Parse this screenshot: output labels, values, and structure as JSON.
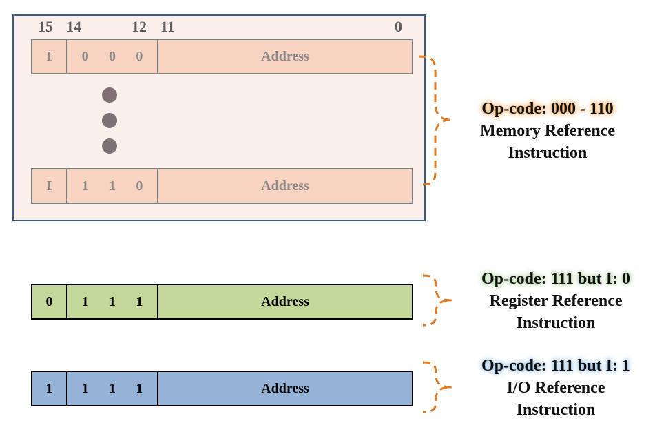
{
  "bit_numbers": [
    "15",
    "14",
    "12",
    "11",
    "0"
  ],
  "memory_reference": {
    "first_row": {
      "i": "I",
      "op": [
        "0",
        "0",
        "0"
      ],
      "address": "Address"
    },
    "last_row": {
      "i": "I",
      "op": [
        "1",
        "1",
        "0"
      ],
      "address": "Address"
    },
    "opcode_label": "Op-code: 000 - 110",
    "desc_line1": "Memory Reference",
    "desc_line2": "Instruction"
  },
  "register_reference": {
    "row": {
      "i": "0",
      "op": [
        "1",
        "1",
        "1"
      ],
      "address": "Address"
    },
    "opcode_label": "Op-code: 111 but I: 0",
    "desc_line1": "Register Reference",
    "desc_line2": "Instruction"
  },
  "io_reference": {
    "row": {
      "i": "1",
      "op": [
        "1",
        "1",
        "1"
      ],
      "address": "Address"
    },
    "opcode_label": "Op-code: 111 but I: 1",
    "desc_line1": "I/O Reference",
    "desc_line2": "Instruction"
  },
  "colors": {
    "memory_fill": "#f9d3c1",
    "register_fill": "#c4d79b",
    "io_fill": "#95b3d7",
    "brace": "#e07b24"
  }
}
